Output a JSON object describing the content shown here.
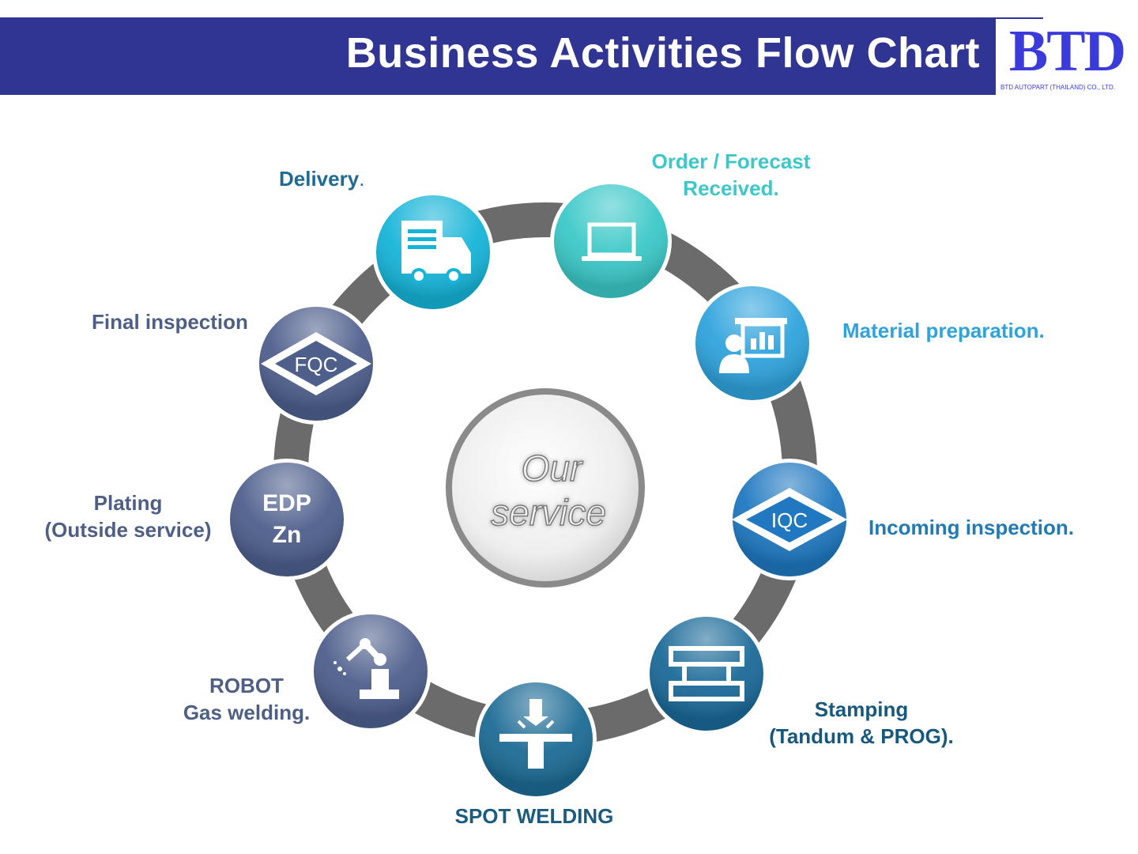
{
  "header": {
    "title": "Business Activities Flow Chart"
  },
  "logo": {
    "mark": "BTD",
    "company": "BTD AUTOPART (THAILAND) CO., LTD."
  },
  "center": {
    "line1": "Our",
    "line2": "service"
  },
  "colors": {
    "header": "#303593",
    "ring": "#6b6b6b",
    "logo": "#3b3bdc"
  },
  "steps": [
    {
      "id": "order",
      "label_line1": "Order / Forecast",
      "label_line2": "Received.",
      "icon": "laptop-icon",
      "color": "#3cc8c8",
      "label_color": "#3cc8c8"
    },
    {
      "id": "material",
      "label_line1": "Material preparation.",
      "icon": "presentation-icon",
      "color": "#2fa3dc",
      "label_color": "#2fa3dc"
    },
    {
      "id": "incoming",
      "label_line1": "Incoming inspection.",
      "icon_text": "IQC",
      "icon": "diamond-badge-icon",
      "color": "#1f78c0",
      "label_color": "#1f7ab5"
    },
    {
      "id": "stamping",
      "label_line1": "Stamping",
      "label_line2": "(Tandum & PROG).",
      "icon": "press-machine-icon",
      "color": "#1b6a98",
      "label_color": "#17597e"
    },
    {
      "id": "spot",
      "label_line1": "SPOT WELDING",
      "icon": "spot-weld-icon",
      "color": "#1d6b95",
      "label_color": "#1a5b7e"
    },
    {
      "id": "robot",
      "label_line1": "ROBOT",
      "label_line2": "Gas welding.",
      "icon": "robot-arm-icon",
      "color": "#4e5f8c",
      "label_color": "#4e5f86"
    },
    {
      "id": "plating",
      "label_line1": "Plating",
      "label_line2": "(Outside service)",
      "icon_text": "EDP",
      "icon_text2": "Zn",
      "icon": "plating-text-icon",
      "color": "#4e5f8c",
      "label_color": "#4e5f86"
    },
    {
      "id": "final",
      "label_line1": "Final inspection",
      "icon_text": "FQC",
      "icon": "diamond-badge-icon",
      "color": "#4e5f8c",
      "label_color": "#4e5f86"
    },
    {
      "id": "delivery",
      "label_line1": "Delivery",
      "label_suffix": ".",
      "icon": "truck-icon",
      "color": "#16b4d8",
      "label_color": "#1f6b93"
    }
  ]
}
